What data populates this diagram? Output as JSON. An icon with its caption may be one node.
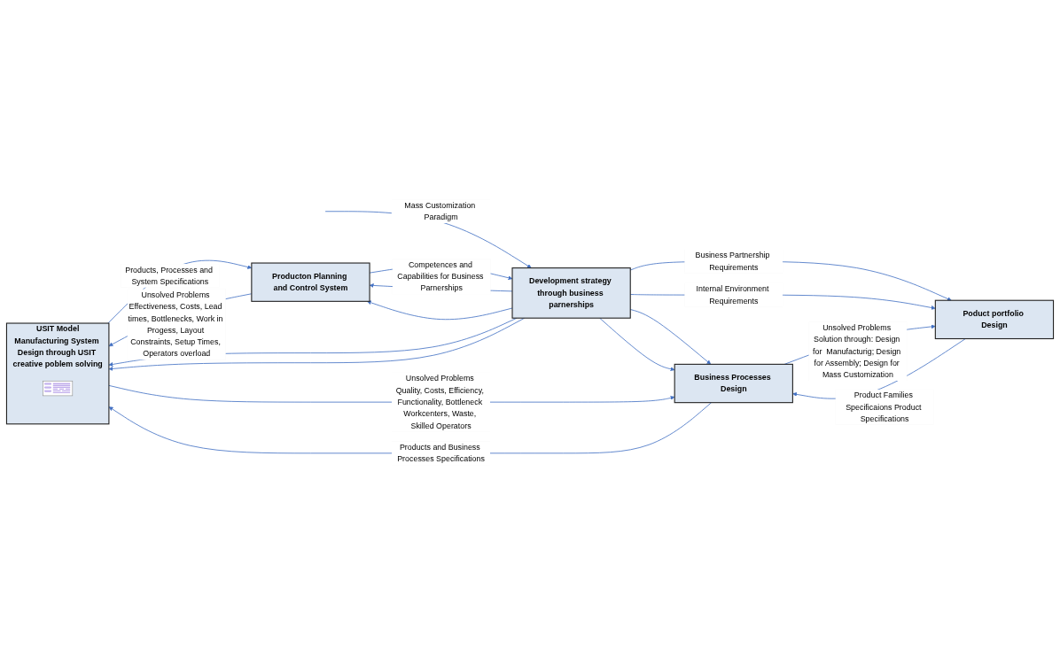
{
  "diagram": {
    "nodes": [
      {
        "text": [
          "Development strategy through business parnerships"
        ]
      },
      {
        "text": [
          "Poduct portfolio Design"
        ]
      },
      {
        "text": [
          "Business Processes Design"
        ]
      },
      {
        "text": [
          "USIT Model",
          "Manufacturing System Design through USIT creative poblem solving"
        ]
      },
      {
        "text": [],
        "shape": "picture",
        "in": 3
      },
      {
        "text": [
          "Producton Planning and Control System"
        ]
      }
    ],
    "edges": [
      {
        "from": null,
        "to": 0,
        "arrow": "to",
        "label": "Mass Customization Paradigm"
      },
      {
        "from": 0,
        "to": 1,
        "arrow": "to",
        "label": "Business Partnership Requirements"
      },
      {
        "from": 0,
        "to": 2,
        "arrow": "to"
      },
      {
        "from": 0,
        "to": 3,
        "arrow": "to"
      },
      {
        "from": 0,
        "to": 5,
        "arrow": "to"
      },
      {
        "from": 0,
        "to": 1,
        "arrow": "to",
        "label": "Internal Environment Requirements"
      },
      {
        "from": 0,
        "to": 2,
        "arrow": "to"
      },
      {
        "from": 0,
        "to": 3,
        "arrow": "to"
      },
      {
        "from": 0,
        "to": 5,
        "arrow": "to"
      },
      {
        "from": 1,
        "to": 2,
        "arrow": "to",
        "label": "Product Families Specificaions Product Specifications"
      },
      {
        "from": 2,
        "to": 1,
        "arrow": "to",
        "label": "Unsolved Problems Solution through: Design for  Manufacturig; Design for Assembly; Design for Mass Customization"
      },
      {
        "from": 2,
        "to": 3,
        "arrow": "to",
        "label": "Products and Business Processes Specifications"
      },
      {
        "from": 3,
        "to": 2,
        "arrow": "to",
        "label": "Unsolved Problems Quality, Costs, Efficiency, Functionality, Bottleneck Workcenters, Waste, Skilled Operators"
      },
      {
        "from": 3,
        "to": 5,
        "arrow": "to",
        "label": "Products, Processes and System Specifications"
      },
      {
        "from": 5,
        "to": 3,
        "arrow": "to",
        "label": "Unsolved Problems Effectiveness, Costs, Lead times, Bottlenecks, Work in Progess, Layout Constraints, Setup Times, Operators overload"
      },
      {
        "from": 5,
        "to": 0,
        "arrow": "to",
        "label": "Competences and Capabilities for Business Parnerships"
      }
    ]
  }
}
